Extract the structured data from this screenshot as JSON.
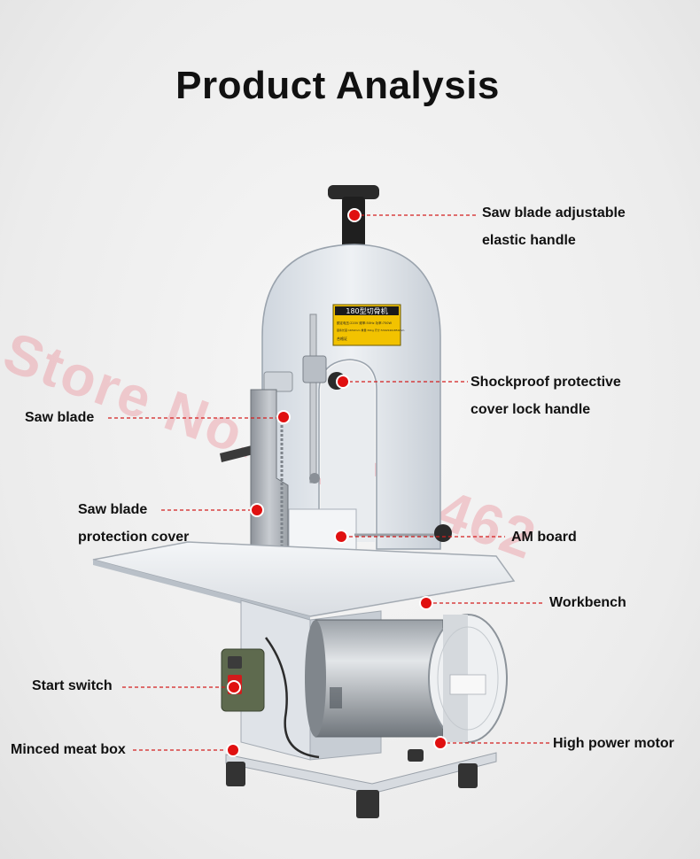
{
  "title": "Product Analysis",
  "watermark": "Store No.911711462",
  "accent_color": "#e01010",
  "callouts": [
    {
      "id": "saw-blade-adjustable-handle",
      "lines": [
        "Saw blade adjustable",
        "elastic handle"
      ]
    },
    {
      "id": "shockproof-cover-lock-handle",
      "lines": [
        "Shockproof protective",
        "cover lock handle"
      ]
    },
    {
      "id": "saw-blade",
      "lines": [
        "Saw blade"
      ]
    },
    {
      "id": "saw-blade-protection-cover",
      "lines": [
        "Saw blade",
        "protection cover"
      ]
    },
    {
      "id": "am-board",
      "lines": [
        "AM board"
      ]
    },
    {
      "id": "workbench",
      "lines": [
        "Workbench"
      ]
    },
    {
      "id": "start-switch",
      "lines": [
        "Start switch"
      ]
    },
    {
      "id": "minced-meat-box",
      "lines": [
        "Minced meat box"
      ]
    },
    {
      "id": "high-power-motor",
      "lines": [
        "High power motor"
      ]
    }
  ],
  "plate": {
    "line1": "180型切骨机",
    "line2": "额定电压:220V  频率:50Hz  功率:750W",
    "line3": "锯条长度:1650mm  重量:32kg  尺寸:530x540x850mm",
    "line4": "合格证"
  }
}
